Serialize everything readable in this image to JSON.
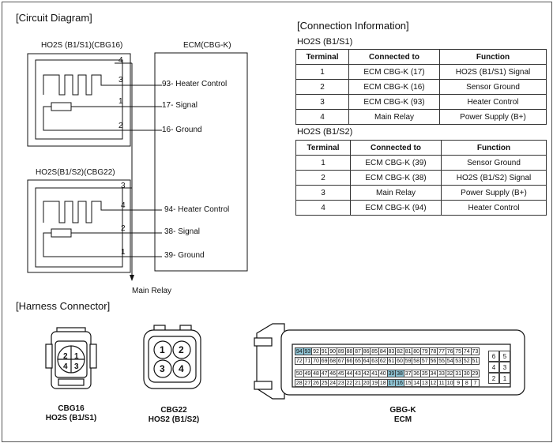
{
  "sections": {
    "circuit": "[Circuit Diagram]",
    "connection": "[Connection Information]",
    "harness": "[Harness Connector]"
  },
  "circuit": {
    "sensor1_title": "HO2S (B1/S1)(CBG16)",
    "sensor2_title": "HO2S(B1/S2)(CBG22)",
    "ecm_title": "ECM(CBG-K)",
    "main_relay": "Main Relay",
    "s1_pins": [
      "4",
      "3",
      "1",
      "2"
    ],
    "s2_pins": [
      "3",
      "4",
      "2",
      "1"
    ],
    "ecm_labels": [
      "93- Heater Control",
      "17- Signal",
      "16- Ground",
      "94- Heater Control",
      "38- Signal",
      "39- Ground"
    ]
  },
  "connection": {
    "headers": [
      "Terminal",
      "Connected to",
      "Function"
    ],
    "table1": {
      "title": "HO2S (B1/S1)",
      "rows": [
        [
          "1",
          "ECM CBG-K (17)",
          "HO2S (B1/S1) Signal"
        ],
        [
          "2",
          "ECM CBG-K (16)",
          "Sensor Ground"
        ],
        [
          "3",
          "ECM CBG-K (93)",
          "Heater Control"
        ],
        [
          "4",
          "Main Relay",
          "Power Supply (B+)"
        ]
      ]
    },
    "table2": {
      "title": "HO2S (B1/S2)",
      "rows": [
        [
          "1",
          "ECM CBG-K (39)",
          "Sensor Ground"
        ],
        [
          "2",
          "ECM CBG-K (38)",
          "HO2S (B1/S2) Signal"
        ],
        [
          "3",
          "Main Relay",
          "Power Supply (B+)"
        ],
        [
          "4",
          "ECM CBG-K (94)",
          "Heater Control"
        ]
      ]
    }
  },
  "harness": {
    "cbg16": {
      "line1": "CBG16",
      "line2": "HO2S (B1/S1)",
      "pins": [
        "2",
        "1",
        "4",
        "3"
      ]
    },
    "cbg22": {
      "line1": "CBG22",
      "line2": "HOS2 (B1/S2)",
      "pins": [
        "1",
        "2",
        "3",
        "4"
      ]
    },
    "ecm": {
      "line1": "GBG-K",
      "line2": "ECM",
      "row1": [
        "94",
        "93",
        "92",
        "91",
        "90",
        "89",
        "88",
        "87",
        "86",
        "85",
        "84",
        "83",
        "82",
        "81",
        "80",
        "79",
        "78",
        "77",
        "76",
        "75",
        "74",
        "73"
      ],
      "row2": [
        "72",
        "71",
        "70",
        "69",
        "68",
        "67",
        "66",
        "65",
        "64",
        "63",
        "62",
        "61",
        "60",
        "59",
        "58",
        "57",
        "56",
        "55",
        "54",
        "53",
        "52",
        "51"
      ],
      "row3": [
        "50",
        "49",
        "48",
        "47",
        "46",
        "45",
        "44",
        "43",
        "42",
        "41",
        "40",
        "39",
        "38",
        "37",
        "36",
        "35",
        "34",
        "33",
        "32",
        "31",
        "30",
        "29"
      ],
      "row4": [
        "28",
        "27",
        "26",
        "25",
        "24",
        "23",
        "22",
        "21",
        "20",
        "19",
        "18",
        "17",
        "16",
        "15",
        "14",
        "13",
        "12",
        "11",
        "10",
        "9",
        "8",
        "7"
      ],
      "side": [
        "6",
        "5",
        "4",
        "3",
        "2",
        "1"
      ],
      "highlighted": [
        "94",
        "93",
        "39",
        "38",
        "17",
        "16"
      ],
      "highlight_color": "#8fc3d3"
    }
  }
}
